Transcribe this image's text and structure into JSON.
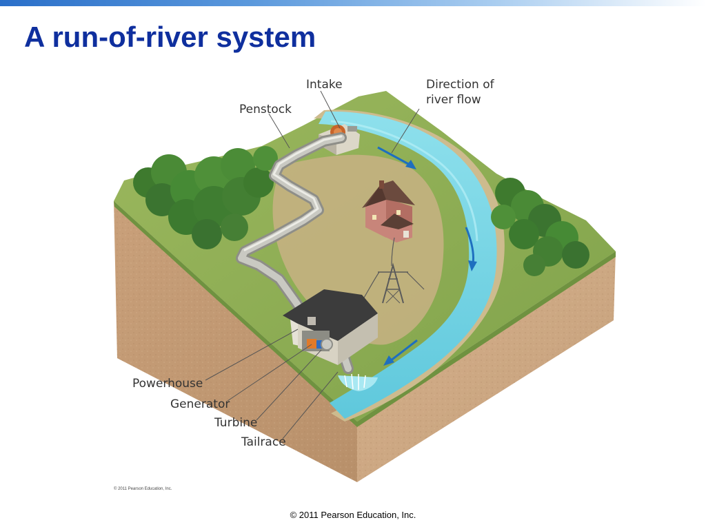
{
  "slide": {
    "title": "A run-of-river system",
    "footer": "© 2011 Pearson Education, Inc."
  },
  "figure": {
    "credit": "© 2011 Pearson Education, Inc.",
    "labels": {
      "intake": "Intake",
      "penstock": "Penstock",
      "flow_line1": "Direction of",
      "flow_line2": "river flow",
      "powerhouse": "Powerhouse",
      "generator": "Generator",
      "turbine": "Turbine",
      "tailrace": "Tailrace"
    }
  },
  "colors": {
    "title": "#0f2f9e",
    "grass": "#8fae52",
    "soil": "#c9a07a",
    "river": "#6fd3e3",
    "arrow": "#1e6fbf",
    "pipe": "#b8b8b0"
  }
}
